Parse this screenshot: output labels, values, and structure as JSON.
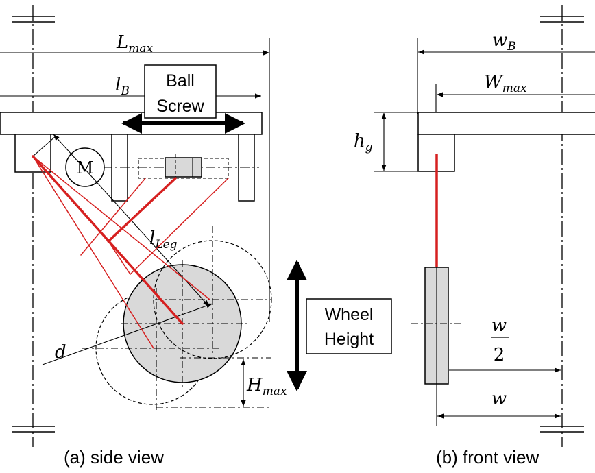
{
  "labels": {
    "L_main": "L",
    "L_sub": "max",
    "lB_main": "l",
    "lB_sub": "B",
    "lLeg_main": "l",
    "lLeg_sub": "Leg",
    "hg_main": "h",
    "hg_sub": "g",
    "Hmax_main": "H",
    "Hmax_sub": "max",
    "wB_main": "w",
    "wB_sub": "B",
    "Wmax_main": "W",
    "Wmax_sub": "max",
    "d": "d",
    "w_frac_num": "w",
    "w_frac_den": "2",
    "w": "w",
    "motor": "M",
    "ball_screw_line1": "Ball",
    "ball_screw_line2": "Screw",
    "wheel_height_line1": "Wheel",
    "wheel_height_line2": "Height"
  },
  "captions": {
    "side": "(a) side view",
    "front": "(b) front view"
  },
  "colors": {
    "leg": "#d62020",
    "wheel_fill": "#d9d9d9",
    "line": "#000000"
  }
}
